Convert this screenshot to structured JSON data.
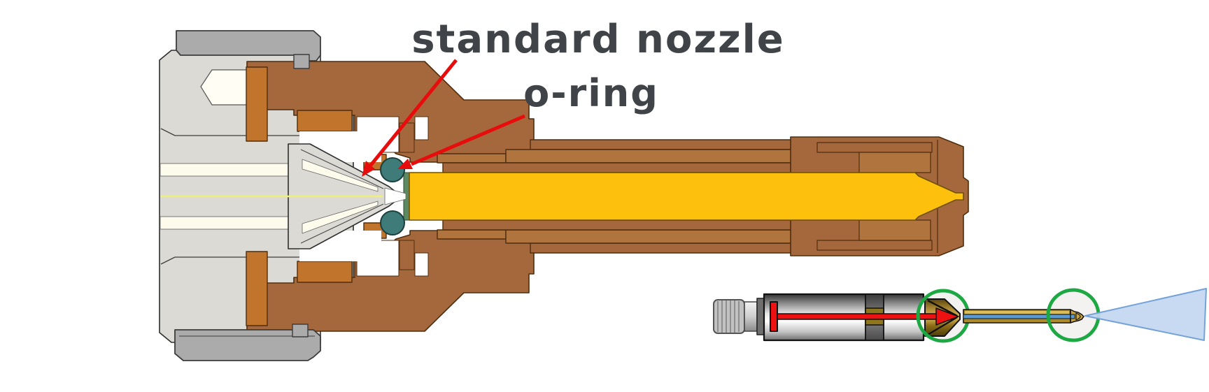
{
  "figure": {
    "type": "technical cross-section diagram of ion-source probe nozzle",
    "callout_labels": {
      "standard_nozzle": "standard nozzle",
      "o_ring": "o-ring"
    },
    "inset": {
      "description": "full probe overview with highlighted nozzle regions and spray cone",
      "highlight_count": "2"
    },
    "colors": {
      "annotation_red": "#e80d0d",
      "label_text_gray": "#404448",
      "nozzle_yellow": "#fcc00d",
      "housing_brown": "#a5683c",
      "housing_brown_light": "#b0743f",
      "fitting_orange": "#c1752c",
      "body_gray": "#dbdad4",
      "cap_gray": "#ababab",
      "o_ring_teal": "#3f7b78",
      "highlight_green": "#1ea844",
      "spray_blue": "#c3d7f0",
      "capillary_blue": "#5b9bd5",
      "brass_gold": "#c9a43c",
      "axis_line_yellow": "#eef07c"
    }
  }
}
